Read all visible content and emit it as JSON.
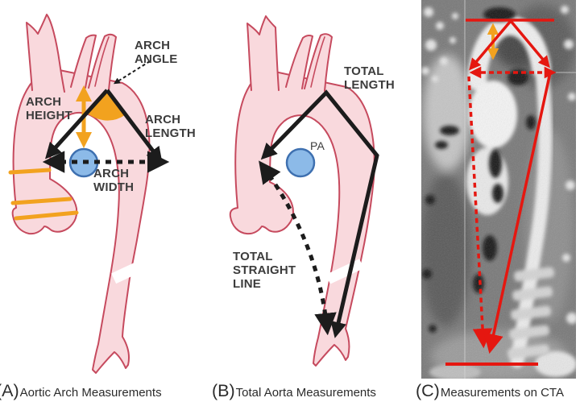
{
  "colors": {
    "aorta_fill": "#F9D9DD",
    "aorta_outline": "#C64A5E",
    "accent_orange": "#F2A21F",
    "pa_fill": "#8CBAE8",
    "pa_stroke": "#3E70B0",
    "measure_black": "#1C1C1C",
    "cta_red": "#E51710",
    "label_color": "#3C3C3C",
    "caption_color": "#2B2B2B"
  },
  "panel_a": {
    "caption_letter": "(A)",
    "caption": "Aortic Arch Measurements",
    "labels": {
      "arch_angle": "ARCH\nANGLE",
      "arch_height": "ARCH\nHEIGHT",
      "arch_length": "ARCH\nLENGTH",
      "arch_width": "ARCH\nWIDTH"
    }
  },
  "panel_b": {
    "caption_letter": "(B)",
    "caption": "Total Aorta Measurements",
    "labels": {
      "total_length": "TOTAL\nLENGTH",
      "pulmonary_artery": "PA",
      "total_straight_line": "TOTAL\nSTRAIGHT\nLINE"
    }
  },
  "panel_c": {
    "caption_letter": "(C)",
    "caption": "Measurements on CTA"
  }
}
